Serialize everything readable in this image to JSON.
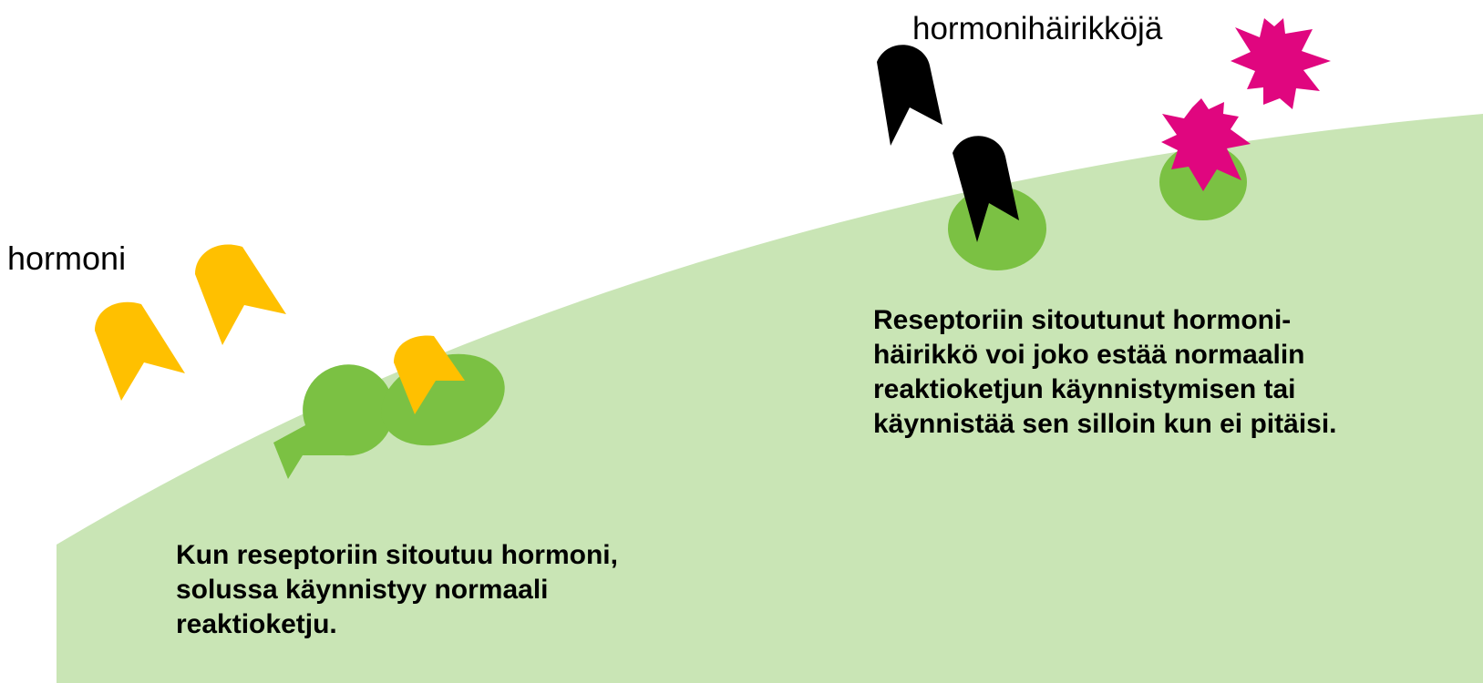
{
  "colors": {
    "cell": "#c9e5b5",
    "receptor": "#7bc143",
    "hormone": "#ffc000",
    "disruptor_black": "#000000",
    "disruptor_pink": "#e0067f"
  },
  "labels": {
    "hormone": "hormoni",
    "disruptors": "hormonihäirikköjä"
  },
  "captions": {
    "normal": [
      "Kun reseptoriin sitoutuu hormoni,",
      "solussa käynnistyy normaali",
      "reaktioketju."
    ],
    "disrupted": [
      "Reseptoriin sitoutunut hormoni-",
      "häirikkö voi joko estää normaalin",
      "reaktioketjun käynnistymisen tai",
      "käynnistää sen silloin kun ei pitäisi."
    ]
  }
}
